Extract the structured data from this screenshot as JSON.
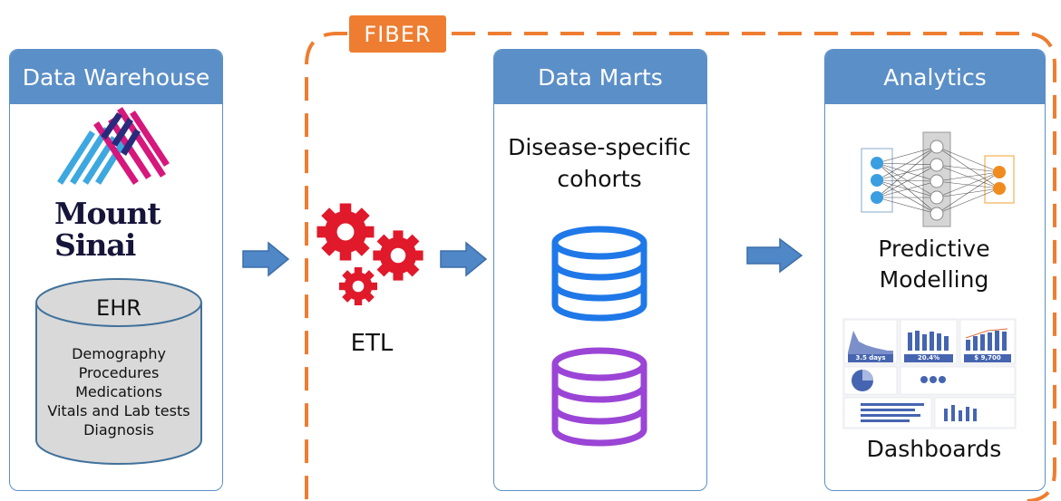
{
  "fiber": {
    "label": "FIBER"
  },
  "warehouse": {
    "title": "Data Warehouse",
    "logo_text_line1": "Mount",
    "logo_text_line2": "Sinai",
    "ehr_title": "EHR",
    "ehr_items": [
      "Demography",
      "Procedures",
      "Medications",
      "Vitals and Lab tests",
      "Diagnosis"
    ]
  },
  "etl": {
    "label": "ETL"
  },
  "marts": {
    "title": "Data Marts",
    "subtitle_line1": "Disease-specific",
    "subtitle_line2": "cohorts"
  },
  "analytics": {
    "title": "Analytics",
    "predictive_line1": "Predictive",
    "predictive_line2": "Modelling",
    "dashboards": "Dashboards",
    "dash_values": [
      "3.5 days",
      "20.4%",
      "$ 9,700"
    ]
  },
  "colors": {
    "panel_blue": "#5b8fc7",
    "fiber_orange": "#ee7d31",
    "gear_red": "#e0192b",
    "db_blue": "#1f78e8",
    "db_purple": "#9b45d6",
    "arrow_blue": "#4f87c7"
  }
}
